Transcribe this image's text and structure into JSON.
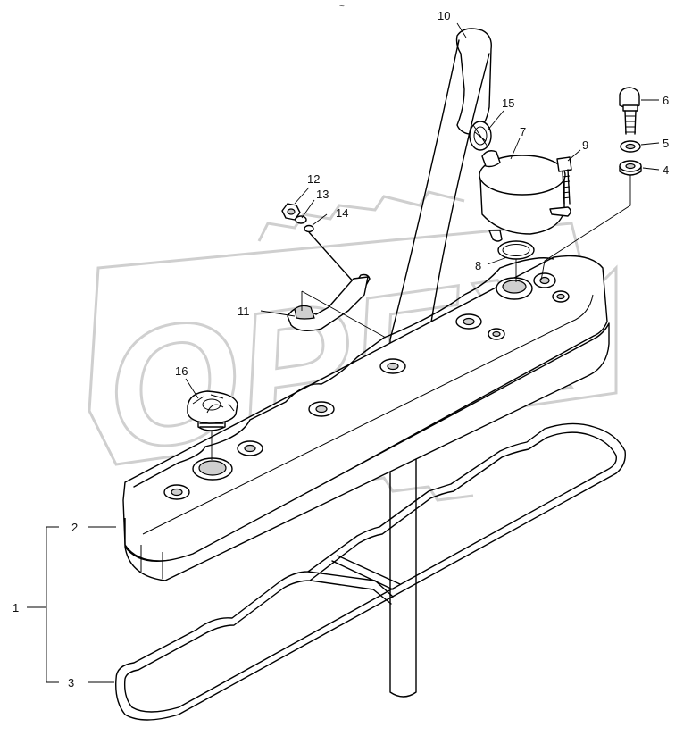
{
  "diagram": {
    "callouts": [
      "1",
      "2",
      "3",
      "4",
      "5",
      "6",
      "7",
      "8",
      "9",
      "10",
      "11",
      "12",
      "13",
      "14",
      "15",
      "16"
    ],
    "watermark": "OPEX"
  }
}
